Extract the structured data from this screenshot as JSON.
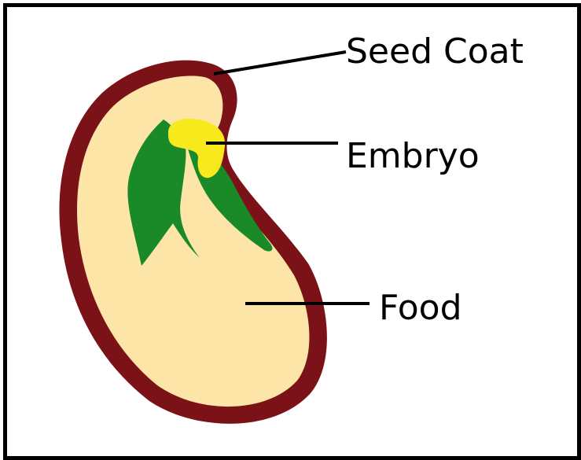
{
  "labels": {
    "seed_coat": "Seed Coat",
    "embryo": "Embryo",
    "food": "Food"
  },
  "colors": {
    "seed_coat": "#7b1218",
    "food": "#fce5a7",
    "embryo_leaf": "#1a8a29",
    "embryo_tip": "#f7e91b",
    "line": "#000000",
    "border": "#000000"
  }
}
